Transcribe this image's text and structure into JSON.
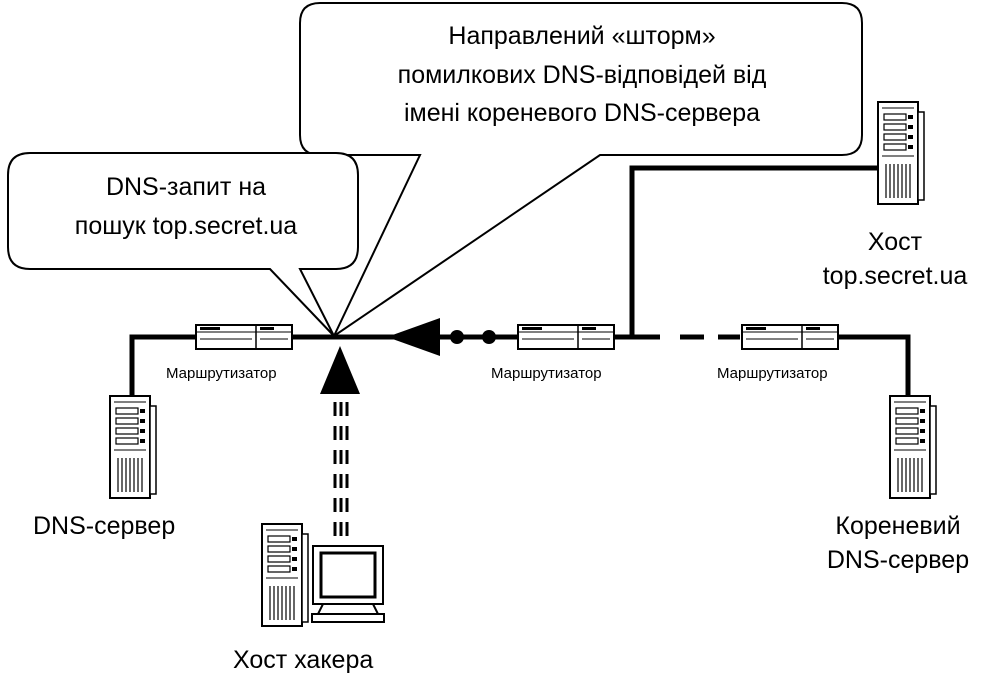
{
  "callouts": {
    "storm": [
      "Направлений «шторм»",
      "помилкових DNS-відповідей від",
      "імені кореневого DNS-сервера"
    ],
    "query": [
      "DNS-запит на",
      "пошук top.secret.ua"
    ]
  },
  "routers": {
    "left": "Маршрутизатор",
    "middle": "Маршрутизатор",
    "right": "Маршрутизатор"
  },
  "hosts": {
    "dns_server": "DNS-сервер",
    "target_host": [
      "Хост",
      "top.secret.ua"
    ],
    "root_dns": [
      "Кореневий",
      "DNS-сервер"
    ],
    "hacker": "Хост хакера"
  }
}
